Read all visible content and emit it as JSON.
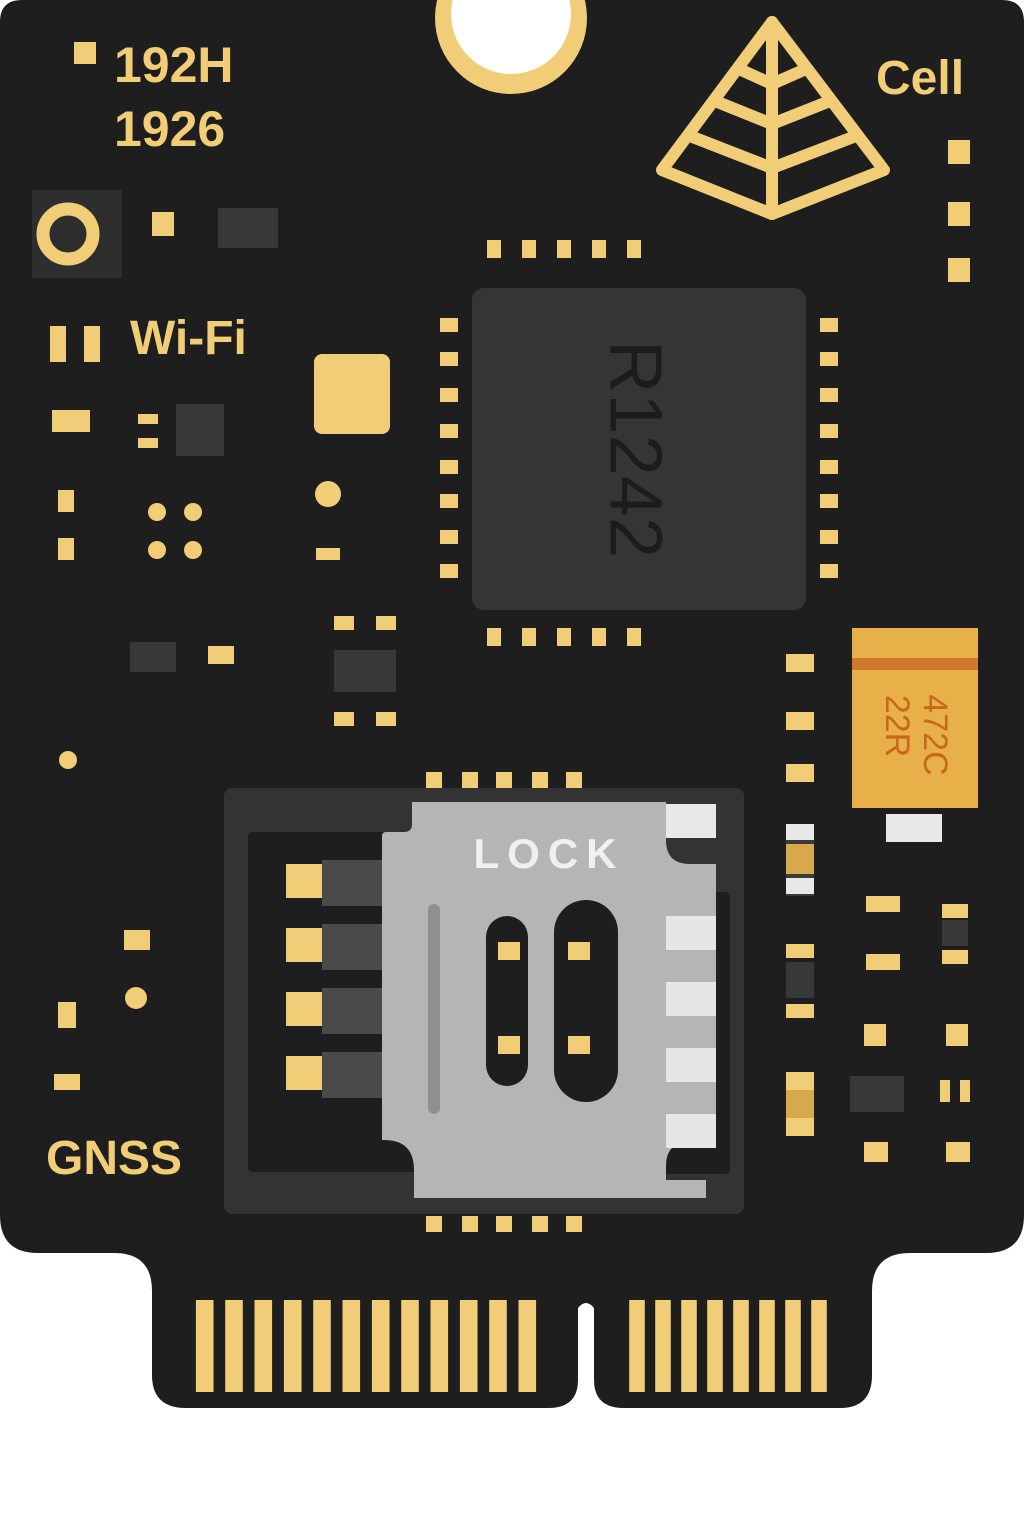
{
  "colors": {
    "pcb": "#1e1e1e",
    "gold": "#f0cd76",
    "gold_dark": "#d8a94c",
    "chip": "#353535",
    "grey_pad": "#3e3e3e",
    "sim_metal": "#b5b5b3",
    "sim_metal_dark": "#8f8f8d",
    "capacitor": "#e8b048",
    "capacitor_band": "#d0782c",
    "capacitor_text": "#c8681c"
  },
  "labels": {
    "top_code_line1": "192H",
    "top_code_line2": "1926",
    "cell": "Cell",
    "wifi": "Wi-Fi",
    "gnss": "GNSS",
    "chip_code": "R1242",
    "sim_lock": "LOCK",
    "capacitor_line1": "472C",
    "capacitor_line2": "22R"
  },
  "icons": {
    "logo": "pyramid-logo-icon",
    "mount_hole": "mounting-hole-icon",
    "test_point": "test-point-icon"
  },
  "edge_connector": {
    "left_pins": 12,
    "right_pins": 8
  }
}
